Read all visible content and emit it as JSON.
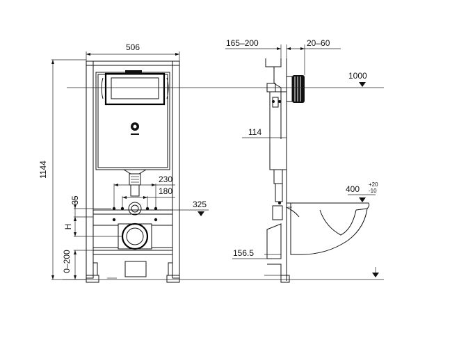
{
  "dimensions": {
    "width_total": "506",
    "height_total": "1144",
    "adjust_range": "0–200",
    "spacing_h": "H",
    "gap_35": "35",
    "drain_230": "230",
    "drain_180": "180",
    "level_325": "325",
    "depth_range": "165–200",
    "wall_range": "20–60",
    "level_1000": "1000",
    "offset_114": "114",
    "height_400": "400",
    "tol_plus": "+20",
    "tol_minus": "-10",
    "bottom_156": "156.5"
  }
}
